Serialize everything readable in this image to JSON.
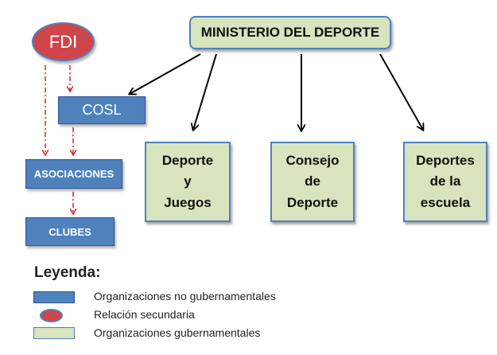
{
  "nodes": {
    "ministerio": "MINISTERIO DEL DEPORTE",
    "deporte_juegos": [
      "Deporte",
      "y",
      "Juegos"
    ],
    "consejo": [
      "Consejo",
      "de",
      "Deporte"
    ],
    "escuela": [
      "Deportes",
      "de la",
      "escuela"
    ],
    "fdi": "FDI",
    "cosl": "COSL",
    "asociaciones": "ASOCIACIONES",
    "clubes": "CLUBES"
  },
  "legend": {
    "title": "Leyenda:",
    "items": [
      {
        "label": "Organizaciones no gubernamentales",
        "symbol": "blue-rectangle"
      },
      {
        "label": "Relación secundaria",
        "symbol": "red-ellipse"
      },
      {
        "label": "Organizaciones gubernamentales",
        "symbol": "green-rectangle"
      }
    ]
  },
  "colors": {
    "government": "#d7e4bd",
    "non_government": "#4f81bd",
    "fdi": "#d0454a",
    "solid_arrow": "#000000",
    "dashed_arrow": "#d0252b"
  }
}
